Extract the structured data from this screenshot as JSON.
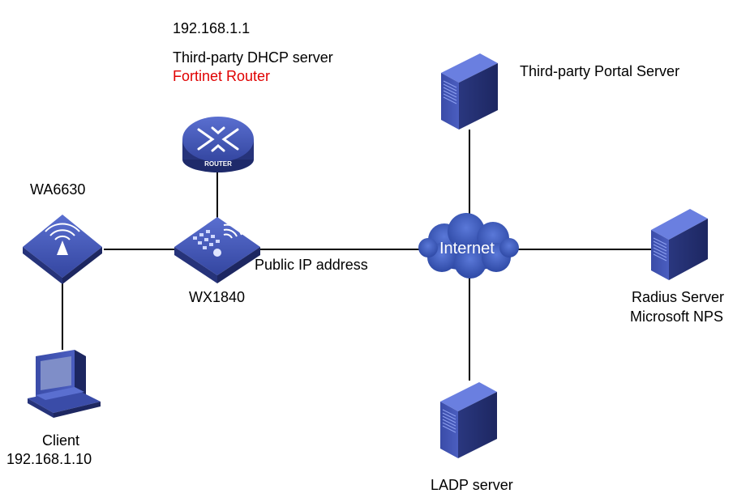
{
  "router": {
    "ip": "192.168.1.1",
    "role": "Third-party DHCP server",
    "name": "Fortinet Router",
    "badge": "ROUTER",
    "name_color": "#e00000"
  },
  "portal": {
    "label": "Third-party Portal Server"
  },
  "ap": {
    "label": "WA6630"
  },
  "ac": {
    "label": "WX1840"
  },
  "link": {
    "label": "Public IP address"
  },
  "internet": {
    "label": "Internet"
  },
  "radius": {
    "line1": "Radius Server",
    "line2": "Microsoft NPS"
  },
  "client": {
    "line1": "Client",
    "line2": "192.168.1.10"
  },
  "ldap": {
    "label": "LADP server"
  },
  "colors": {
    "device": "#3b4fa8",
    "device_dark": "#26337a",
    "line": "#000000"
  }
}
